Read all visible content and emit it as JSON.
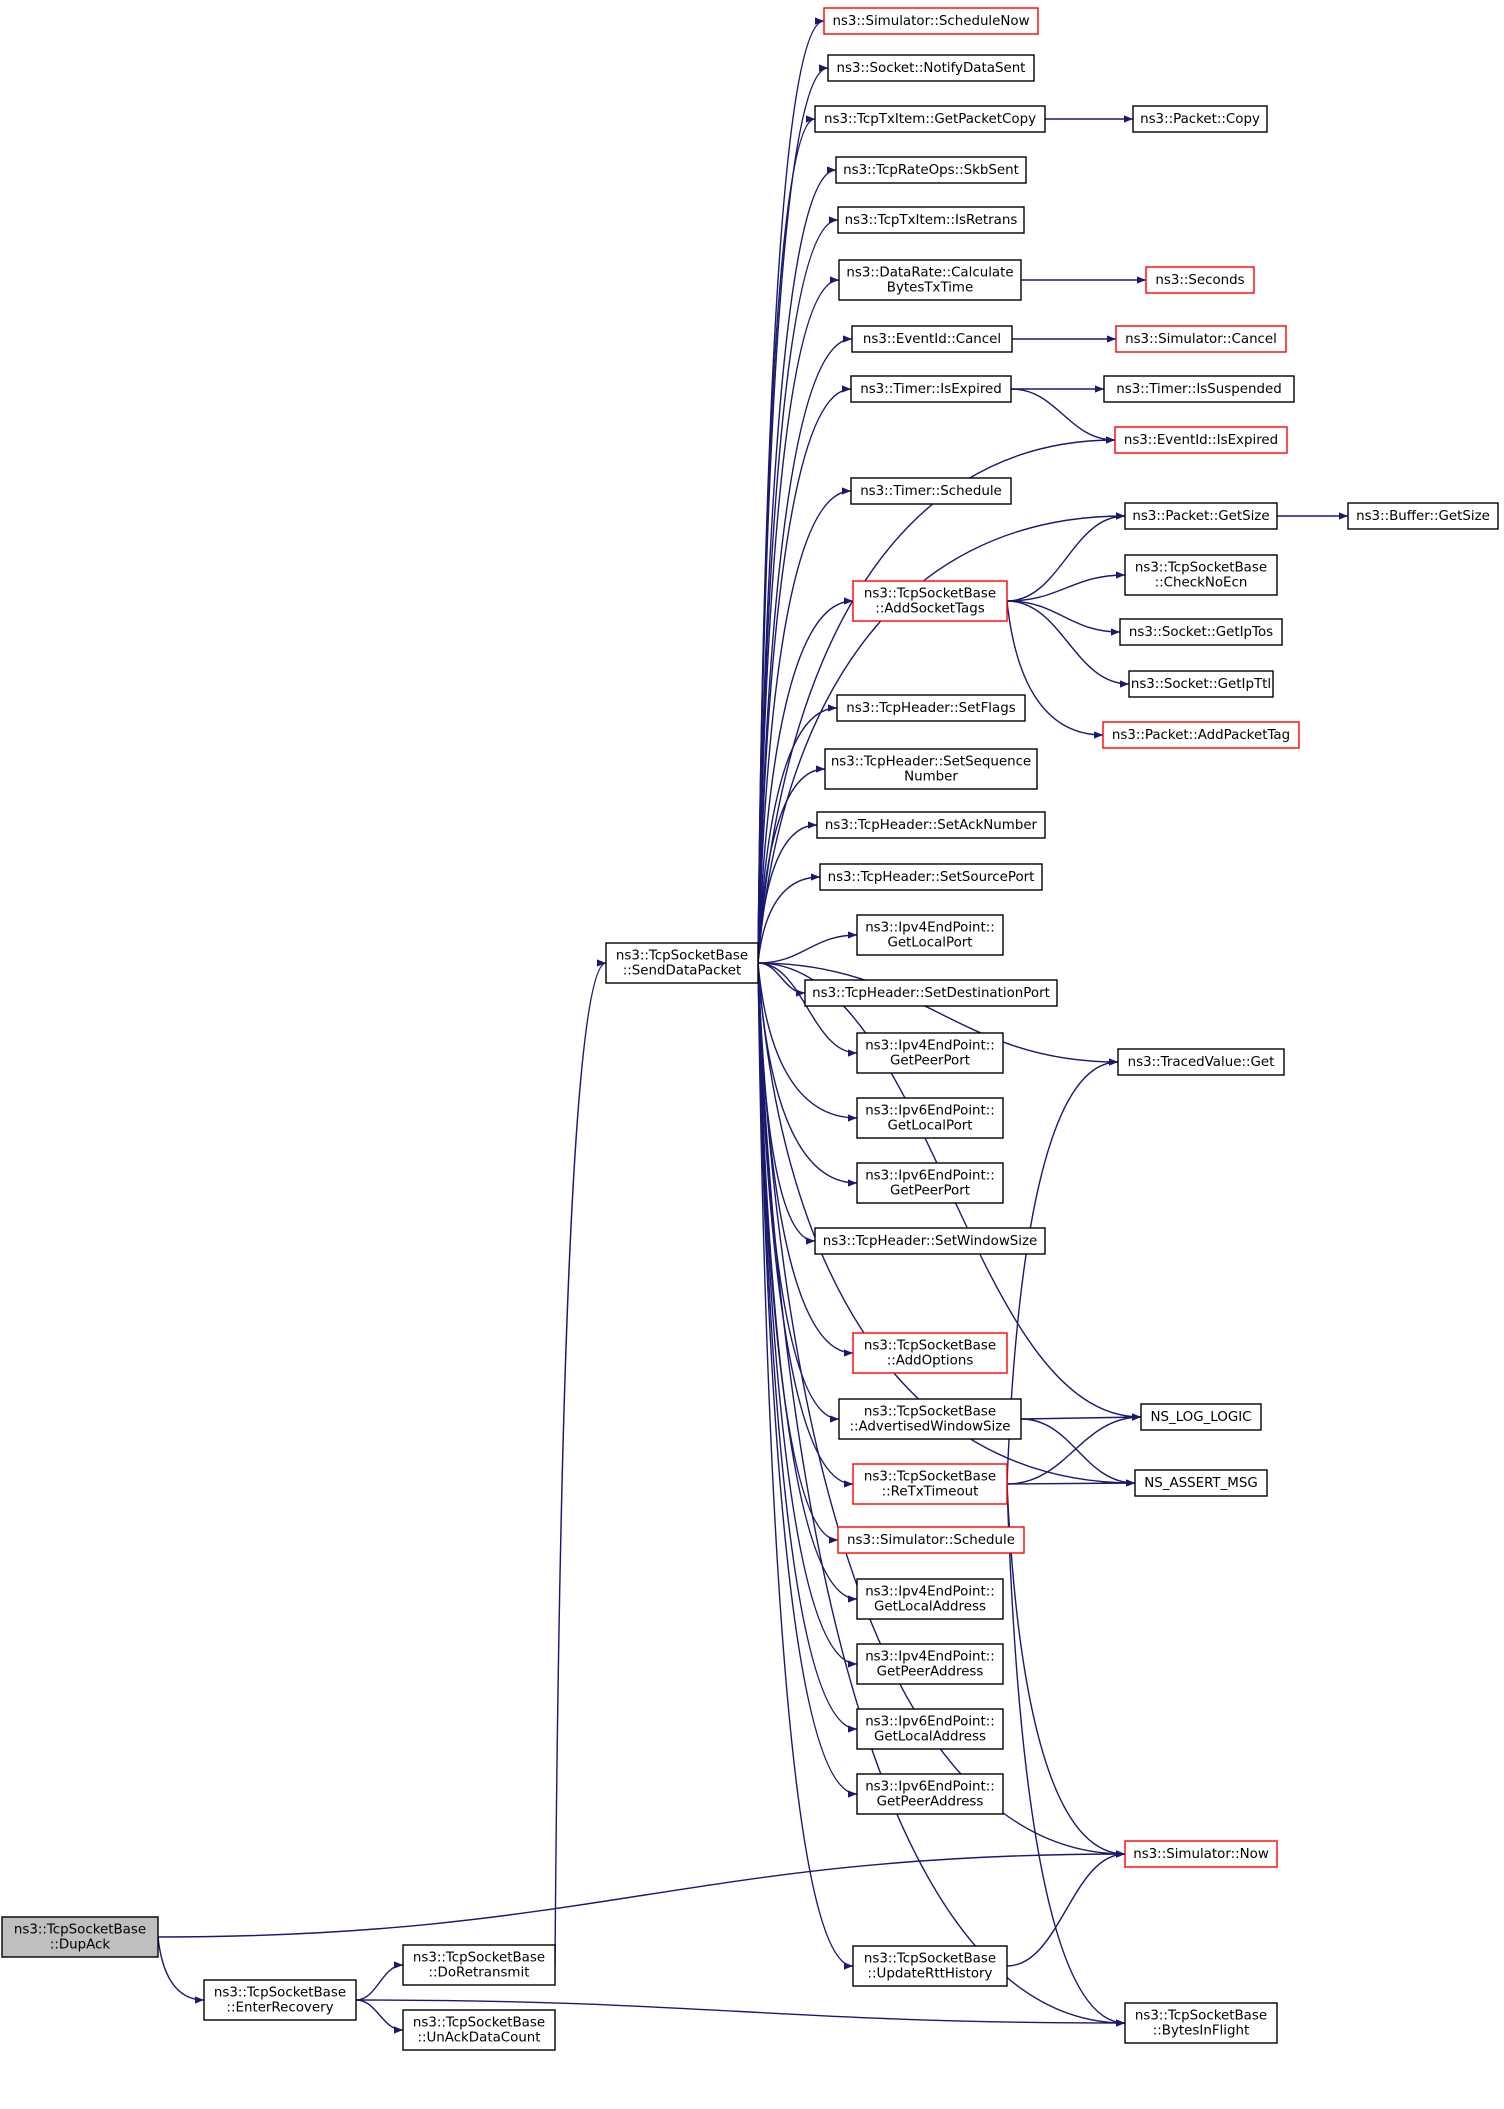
{
  "colors": {
    "edge": "#191970",
    "node_border": "#000000",
    "node_border_incomplete": "#ff0000",
    "root_fill": "#bfbfbf",
    "node_fill": "#ffffff"
  },
  "nodes": [
    {
      "id": "dupack",
      "lines": [
        "ns3::TcpSocketBase",
        "::DupAck"
      ],
      "style": "root"
    },
    {
      "id": "enterrecovery",
      "lines": [
        "ns3::TcpSocketBase",
        "::EnterRecovery"
      ],
      "style": "normal"
    },
    {
      "id": "doretransmit",
      "lines": [
        "ns3::TcpSocketBase",
        "::DoRetransmit"
      ],
      "style": "normal"
    },
    {
      "id": "unackdatacount",
      "lines": [
        "ns3::TcpSocketBase",
        "::UnAckDataCount"
      ],
      "style": "normal"
    },
    {
      "id": "senddatapacket",
      "lines": [
        "ns3::TcpSocketBase",
        "::SendDataPacket"
      ],
      "style": "normal"
    },
    {
      "id": "schedulenow",
      "lines": [
        "ns3::Simulator::ScheduleNow"
      ],
      "style": "red"
    },
    {
      "id": "notifydatasent",
      "lines": [
        "ns3::Socket::NotifyDataSent"
      ],
      "style": "normal"
    },
    {
      "id": "getpacketcopy",
      "lines": [
        "ns3::TcpTxItem::GetPacketCopy"
      ],
      "style": "normal"
    },
    {
      "id": "packetcopy",
      "lines": [
        "ns3::Packet::Copy"
      ],
      "style": "normal"
    },
    {
      "id": "skbsent",
      "lines": [
        "ns3::TcpRateOps::SkbSent"
      ],
      "style": "normal"
    },
    {
      "id": "isretrans",
      "lines": [
        "ns3::TcpTxItem::IsRetrans"
      ],
      "style": "normal"
    },
    {
      "id": "calcbytes",
      "lines": [
        "ns3::DataRate::Calculate",
        "BytesTxTime"
      ],
      "style": "normal"
    },
    {
      "id": "seconds",
      "lines": [
        "ns3::Seconds"
      ],
      "style": "red"
    },
    {
      "id": "eventcancel",
      "lines": [
        "ns3::EventId::Cancel"
      ],
      "style": "normal"
    },
    {
      "id": "simcancel",
      "lines": [
        "ns3::Simulator::Cancel"
      ],
      "style": "red"
    },
    {
      "id": "timerexpired",
      "lines": [
        "ns3::Timer::IsExpired"
      ],
      "style": "normal"
    },
    {
      "id": "timersuspended",
      "lines": [
        "ns3::Timer::IsSuspended"
      ],
      "style": "normal"
    },
    {
      "id": "eventexpired",
      "lines": [
        "ns3::EventId::IsExpired"
      ],
      "style": "red"
    },
    {
      "id": "timerschedule",
      "lines": [
        "ns3::Timer::Schedule"
      ],
      "style": "normal"
    },
    {
      "id": "packetgetsize",
      "lines": [
        "ns3::Packet::GetSize"
      ],
      "style": "normal"
    },
    {
      "id": "buffergetsize",
      "lines": [
        "ns3::Buffer::GetSize"
      ],
      "style": "normal"
    },
    {
      "id": "addsockettags",
      "lines": [
        "ns3::TcpSocketBase",
        "::AddSocketTags"
      ],
      "style": "red"
    },
    {
      "id": "checknoecn",
      "lines": [
        "ns3::TcpSocketBase",
        "::CheckNoEcn"
      ],
      "style": "normal"
    },
    {
      "id": "getiptos",
      "lines": [
        "ns3::Socket::GetIpTos"
      ],
      "style": "normal"
    },
    {
      "id": "getipttl",
      "lines": [
        "ns3::Socket::GetIpTtl"
      ],
      "style": "normal"
    },
    {
      "id": "addpackettag",
      "lines": [
        "ns3::Packet::AddPacketTag"
      ],
      "style": "red"
    },
    {
      "id": "setflags",
      "lines": [
        "ns3::TcpHeader::SetFlags"
      ],
      "style": "normal"
    },
    {
      "id": "setseq",
      "lines": [
        "ns3::TcpHeader::SetSequence",
        "Number"
      ],
      "style": "normal"
    },
    {
      "id": "setack",
      "lines": [
        "ns3::TcpHeader::SetAckNumber"
      ],
      "style": "normal"
    },
    {
      "id": "setsrcport",
      "lines": [
        "ns3::TcpHeader::SetSourcePort"
      ],
      "style": "normal"
    },
    {
      "id": "ipv4localport",
      "lines": [
        "ns3::Ipv4EndPoint::",
        "GetLocalPort"
      ],
      "style": "normal"
    },
    {
      "id": "setdstport",
      "lines": [
        "ns3::TcpHeader::SetDestinationPort"
      ],
      "style": "normal"
    },
    {
      "id": "tracedget",
      "lines": [
        "ns3::TracedValue::Get"
      ],
      "style": "normal"
    },
    {
      "id": "ipv4peerport",
      "lines": [
        "ns3::Ipv4EndPoint::",
        "GetPeerPort"
      ],
      "style": "normal"
    },
    {
      "id": "ipv6localport",
      "lines": [
        "ns3::Ipv6EndPoint::",
        "GetLocalPort"
      ],
      "style": "normal"
    },
    {
      "id": "ipv6peerport",
      "lines": [
        "ns3::Ipv6EndPoint::",
        "GetPeerPort"
      ],
      "style": "normal"
    },
    {
      "id": "setwindowsize",
      "lines": [
        "ns3::TcpHeader::SetWindowSize"
      ],
      "style": "normal"
    },
    {
      "id": "addoptions",
      "lines": [
        "ns3::TcpSocketBase",
        "::AddOptions"
      ],
      "style": "red"
    },
    {
      "id": "advwindow",
      "lines": [
        "ns3::TcpSocketBase",
        "::AdvertisedWindowSize"
      ],
      "style": "normal"
    },
    {
      "id": "nsloglogic",
      "lines": [
        "NS_LOG_LOGIC"
      ],
      "style": "normal"
    },
    {
      "id": "retxtimeout",
      "lines": [
        "ns3::TcpSocketBase",
        "::ReTxTimeout"
      ],
      "style": "red"
    },
    {
      "id": "nsassert",
      "lines": [
        "NS_ASSERT_MSG"
      ],
      "style": "normal"
    },
    {
      "id": "simschedule",
      "lines": [
        "ns3::Simulator::Schedule"
      ],
      "style": "red"
    },
    {
      "id": "ipv4localaddr",
      "lines": [
        "ns3::Ipv4EndPoint::",
        "GetLocalAddress"
      ],
      "style": "normal"
    },
    {
      "id": "ipv4peeraddr",
      "lines": [
        "ns3::Ipv4EndPoint::",
        "GetPeerAddress"
      ],
      "style": "normal"
    },
    {
      "id": "ipv6localaddr",
      "lines": [
        "ns3::Ipv6EndPoint::",
        "GetLocalAddress"
      ],
      "style": "normal"
    },
    {
      "id": "ipv6peeraddr",
      "lines": [
        "ns3::Ipv6EndPoint::",
        "GetPeerAddress"
      ],
      "style": "normal"
    },
    {
      "id": "simnow",
      "lines": [
        "ns3::Simulator::Now"
      ],
      "style": "red"
    },
    {
      "id": "updatertt",
      "lines": [
        "ns3::TcpSocketBase",
        "::UpdateRttHistory"
      ],
      "style": "normal"
    },
    {
      "id": "bytesinflight",
      "lines": [
        "ns3::TcpSocketBase",
        "::BytesInFlight"
      ],
      "style": "normal"
    }
  ],
  "edges": [
    [
      "dupack",
      "enterrecovery"
    ],
    [
      "dupack",
      "simnow"
    ],
    [
      "enterrecovery",
      "doretransmit"
    ],
    [
      "enterrecovery",
      "unackdatacount"
    ],
    [
      "enterrecovery",
      "bytesinflight"
    ],
    [
      "doretransmit",
      "senddatapacket"
    ],
    [
      "senddatapacket",
      "schedulenow"
    ],
    [
      "senddatapacket",
      "notifydatasent"
    ],
    [
      "senddatapacket",
      "getpacketcopy"
    ],
    [
      "senddatapacket",
      "skbsent"
    ],
    [
      "senddatapacket",
      "isretrans"
    ],
    [
      "senddatapacket",
      "calcbytes"
    ],
    [
      "senddatapacket",
      "eventcancel"
    ],
    [
      "senddatapacket",
      "timerexpired"
    ],
    [
      "senddatapacket",
      "eventexpired"
    ],
    [
      "senddatapacket",
      "timerschedule"
    ],
    [
      "senddatapacket",
      "packetgetsize"
    ],
    [
      "senddatapacket",
      "addsockettags"
    ],
    [
      "senddatapacket",
      "tracedget"
    ],
    [
      "senddatapacket",
      "setflags"
    ],
    [
      "senddatapacket",
      "setseq"
    ],
    [
      "senddatapacket",
      "setack"
    ],
    [
      "senddatapacket",
      "setsrcport"
    ],
    [
      "senddatapacket",
      "ipv4localport"
    ],
    [
      "senddatapacket",
      "setdstport"
    ],
    [
      "senddatapacket",
      "ipv4peerport"
    ],
    [
      "senddatapacket",
      "ipv6localport"
    ],
    [
      "senddatapacket",
      "ipv6peerport"
    ],
    [
      "senddatapacket",
      "setwindowsize"
    ],
    [
      "senddatapacket",
      "nsloglogic"
    ],
    [
      "senddatapacket",
      "addoptions"
    ],
    [
      "senddatapacket",
      "advwindow"
    ],
    [
      "senddatapacket",
      "retxtimeout"
    ],
    [
      "senddatapacket",
      "simschedule"
    ],
    [
      "senddatapacket",
      "ipv4localaddr"
    ],
    [
      "senddatapacket",
      "ipv4peeraddr"
    ],
    [
      "senddatapacket",
      "ipv6localaddr"
    ],
    [
      "senddatapacket",
      "ipv6peeraddr"
    ],
    [
      "senddatapacket",
      "simnow"
    ],
    [
      "senddatapacket",
      "updatertt"
    ],
    [
      "senddatapacket",
      "bytesinflight"
    ],
    [
      "senddatapacket",
      "nsassert"
    ],
    [
      "getpacketcopy",
      "packetcopy"
    ],
    [
      "calcbytes",
      "seconds"
    ],
    [
      "eventcancel",
      "simcancel"
    ],
    [
      "timerexpired",
      "timersuspended"
    ],
    [
      "timerexpired",
      "eventexpired"
    ],
    [
      "packetgetsize",
      "buffergetsize"
    ],
    [
      "addsockettags",
      "packetgetsize"
    ],
    [
      "addsockettags",
      "checknoecn"
    ],
    [
      "addsockettags",
      "getiptos"
    ],
    [
      "addsockettags",
      "getipttl"
    ],
    [
      "addsockettags",
      "addpackettag"
    ],
    [
      "advwindow",
      "nsloglogic"
    ],
    [
      "advwindow",
      "nsassert"
    ],
    [
      "retxtimeout",
      "nsloglogic"
    ],
    [
      "retxtimeout",
      "nsassert"
    ],
    [
      "retxtimeout",
      "tracedget"
    ],
    [
      "retxtimeout",
      "simnow"
    ],
    [
      "retxtimeout",
      "bytesinflight"
    ],
    [
      "updatertt",
      "simnow"
    ]
  ]
}
